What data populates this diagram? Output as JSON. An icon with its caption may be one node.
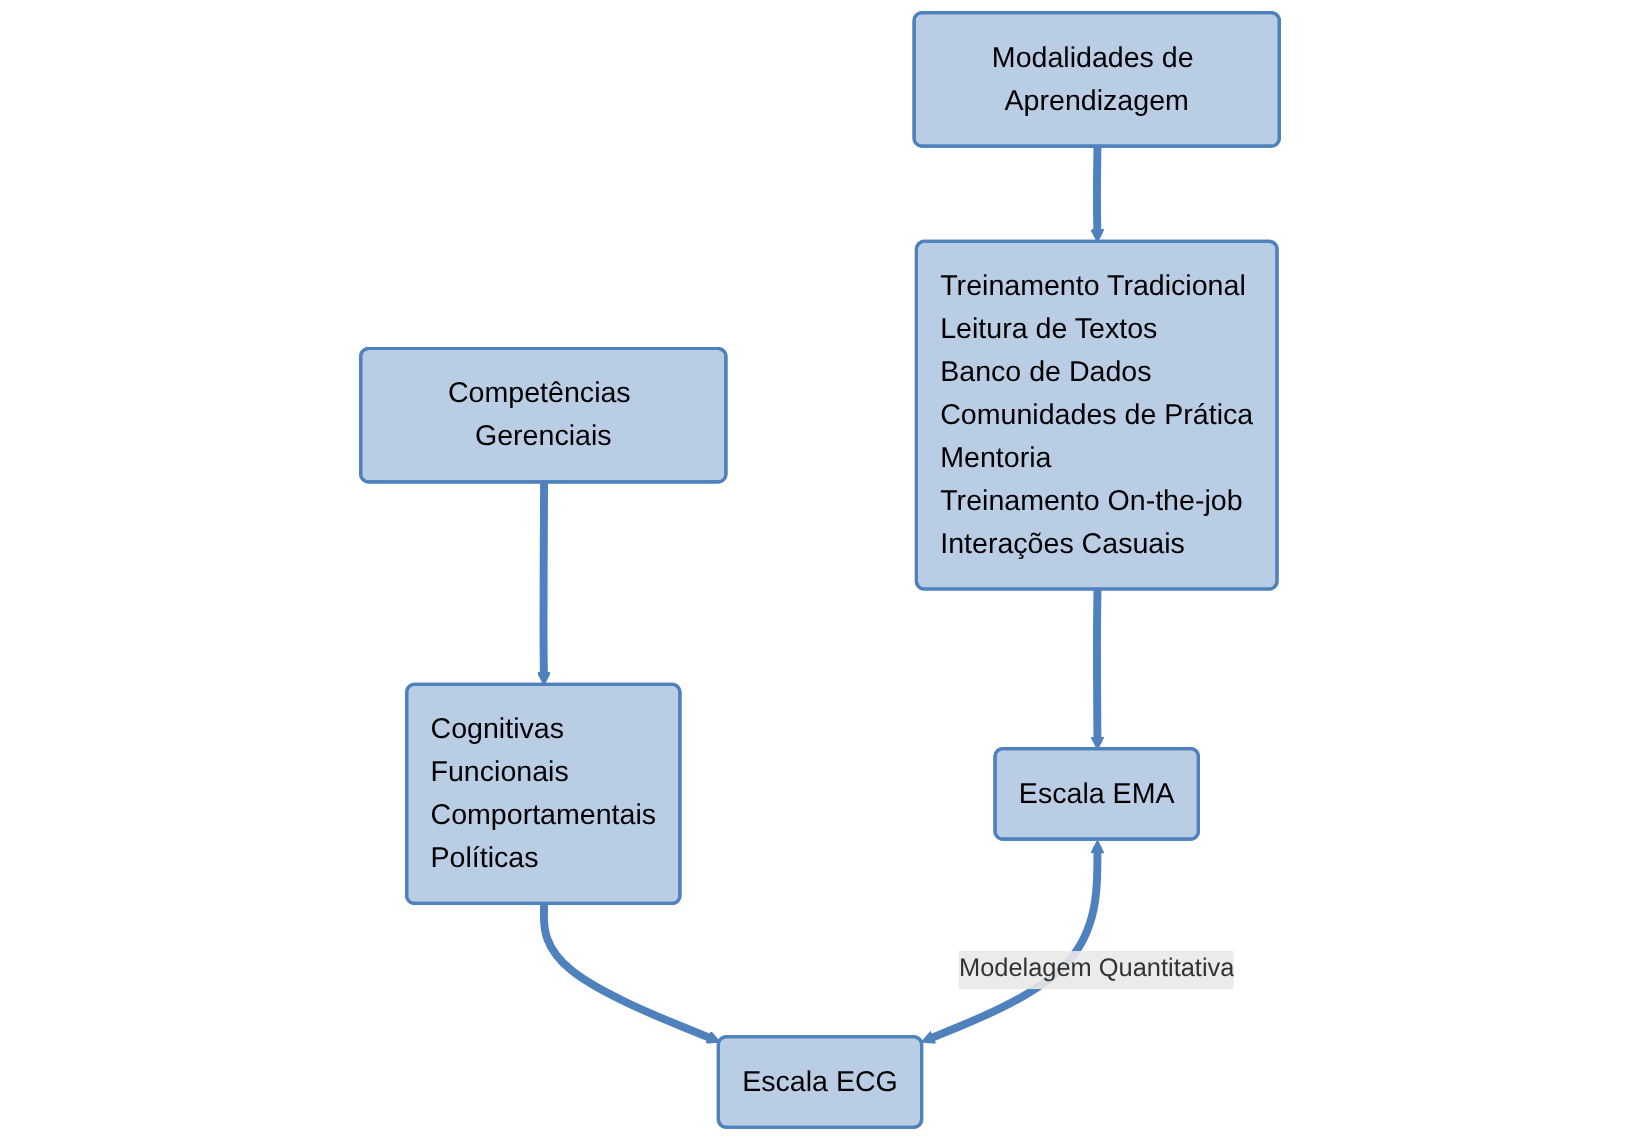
{
  "diagram": {
    "nodes": [
      {
        "text": [
          "Modalidades de Aprendizagem"
        ]
      },
      {
        "text": [
          "Treinamento Tradicional",
          "Leitura de Textos",
          "Banco de Dados",
          "Comunidades de Prática",
          "Mentoria",
          "Treinamento On-the-job",
          "Interações Casuais"
        ]
      },
      {
        "text": [
          "Escala EMA"
        ]
      },
      {
        "text": [
          "Competências Gerenciais"
        ]
      },
      {
        "text": [
          "Cognitivas",
          "Funcionais",
          "Comportamentais",
          "Políticas"
        ]
      },
      {
        "text": [
          "Escala ECG"
        ]
      }
    ],
    "edges": [
      {
        "from": 0,
        "to": 1,
        "arrow": "to"
      },
      {
        "from": 1,
        "to": 2,
        "arrow": "to"
      },
      {
        "from": 3,
        "to": 4,
        "arrow": "to"
      },
      {
        "from": 4,
        "to": 5,
        "arrow": "to"
      },
      {
        "from": 2,
        "to": 5,
        "label": "Modelagem Quantitativa",
        "arrow": "both"
      }
    ]
  }
}
